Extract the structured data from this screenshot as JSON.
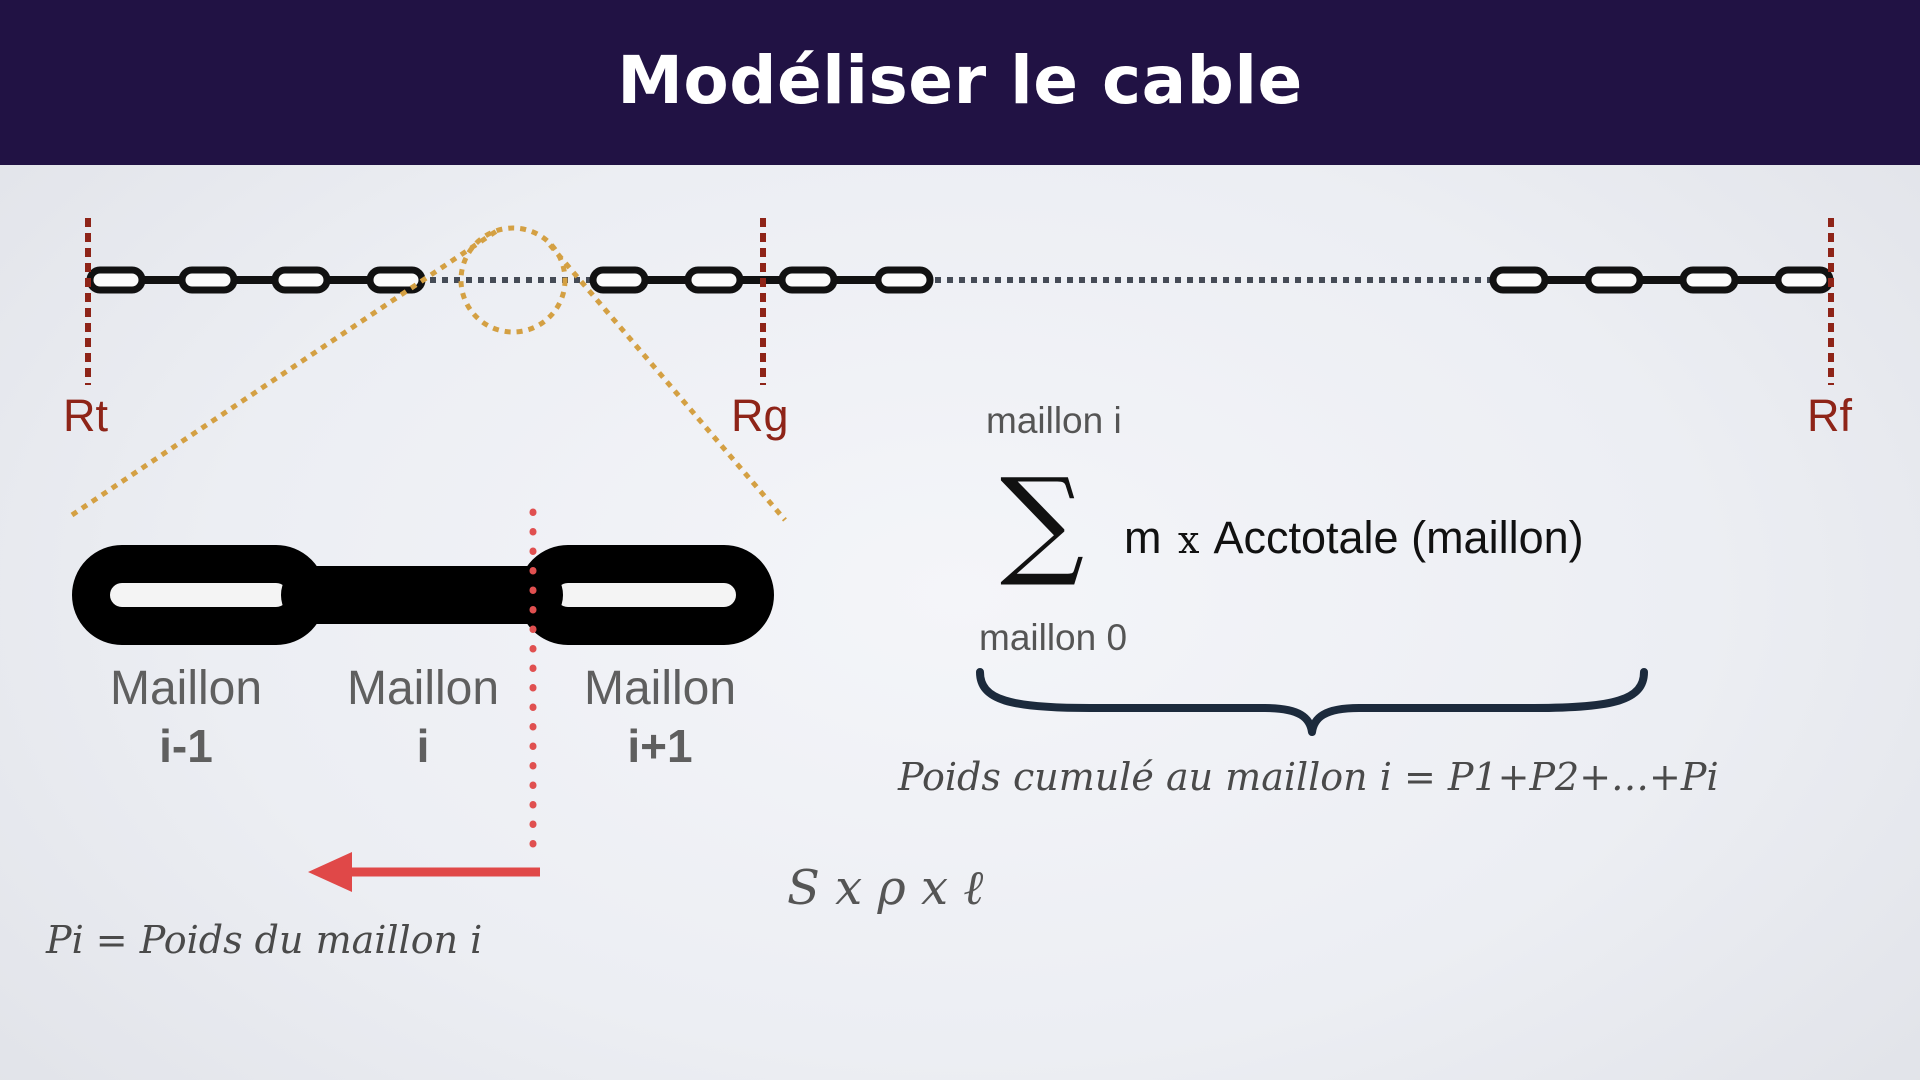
{
  "title": "Modéliser le cable",
  "references": {
    "rt": "Rt",
    "rg": "Rg",
    "rf": "Rf"
  },
  "links": {
    "prev": {
      "name": "Maillon",
      "index": "i-1"
    },
    "current": {
      "name": "Maillon",
      "index": "i"
    },
    "next": {
      "name": "Maillon",
      "index": "i+1"
    }
  },
  "sum": {
    "upper": "maillon i",
    "lower": "maillon 0",
    "symbol": "∑",
    "m": "m",
    "times": "x",
    "expression": "Acctotale (maillon)"
  },
  "cumulative_weight": "Poids cumulé au maillon i = P1+P2+…+Pi",
  "link_weight_formula": "S x ρ x ℓ",
  "link_weight_label": "Pi = Poids du maillon i",
  "colors": {
    "title_bar": "#211244",
    "reference_line": "#8e2418",
    "zoom_outline": "#d4a043",
    "cut_line": "#e05050",
    "arrow": "#e04848",
    "brace": "#1c2a3c"
  }
}
